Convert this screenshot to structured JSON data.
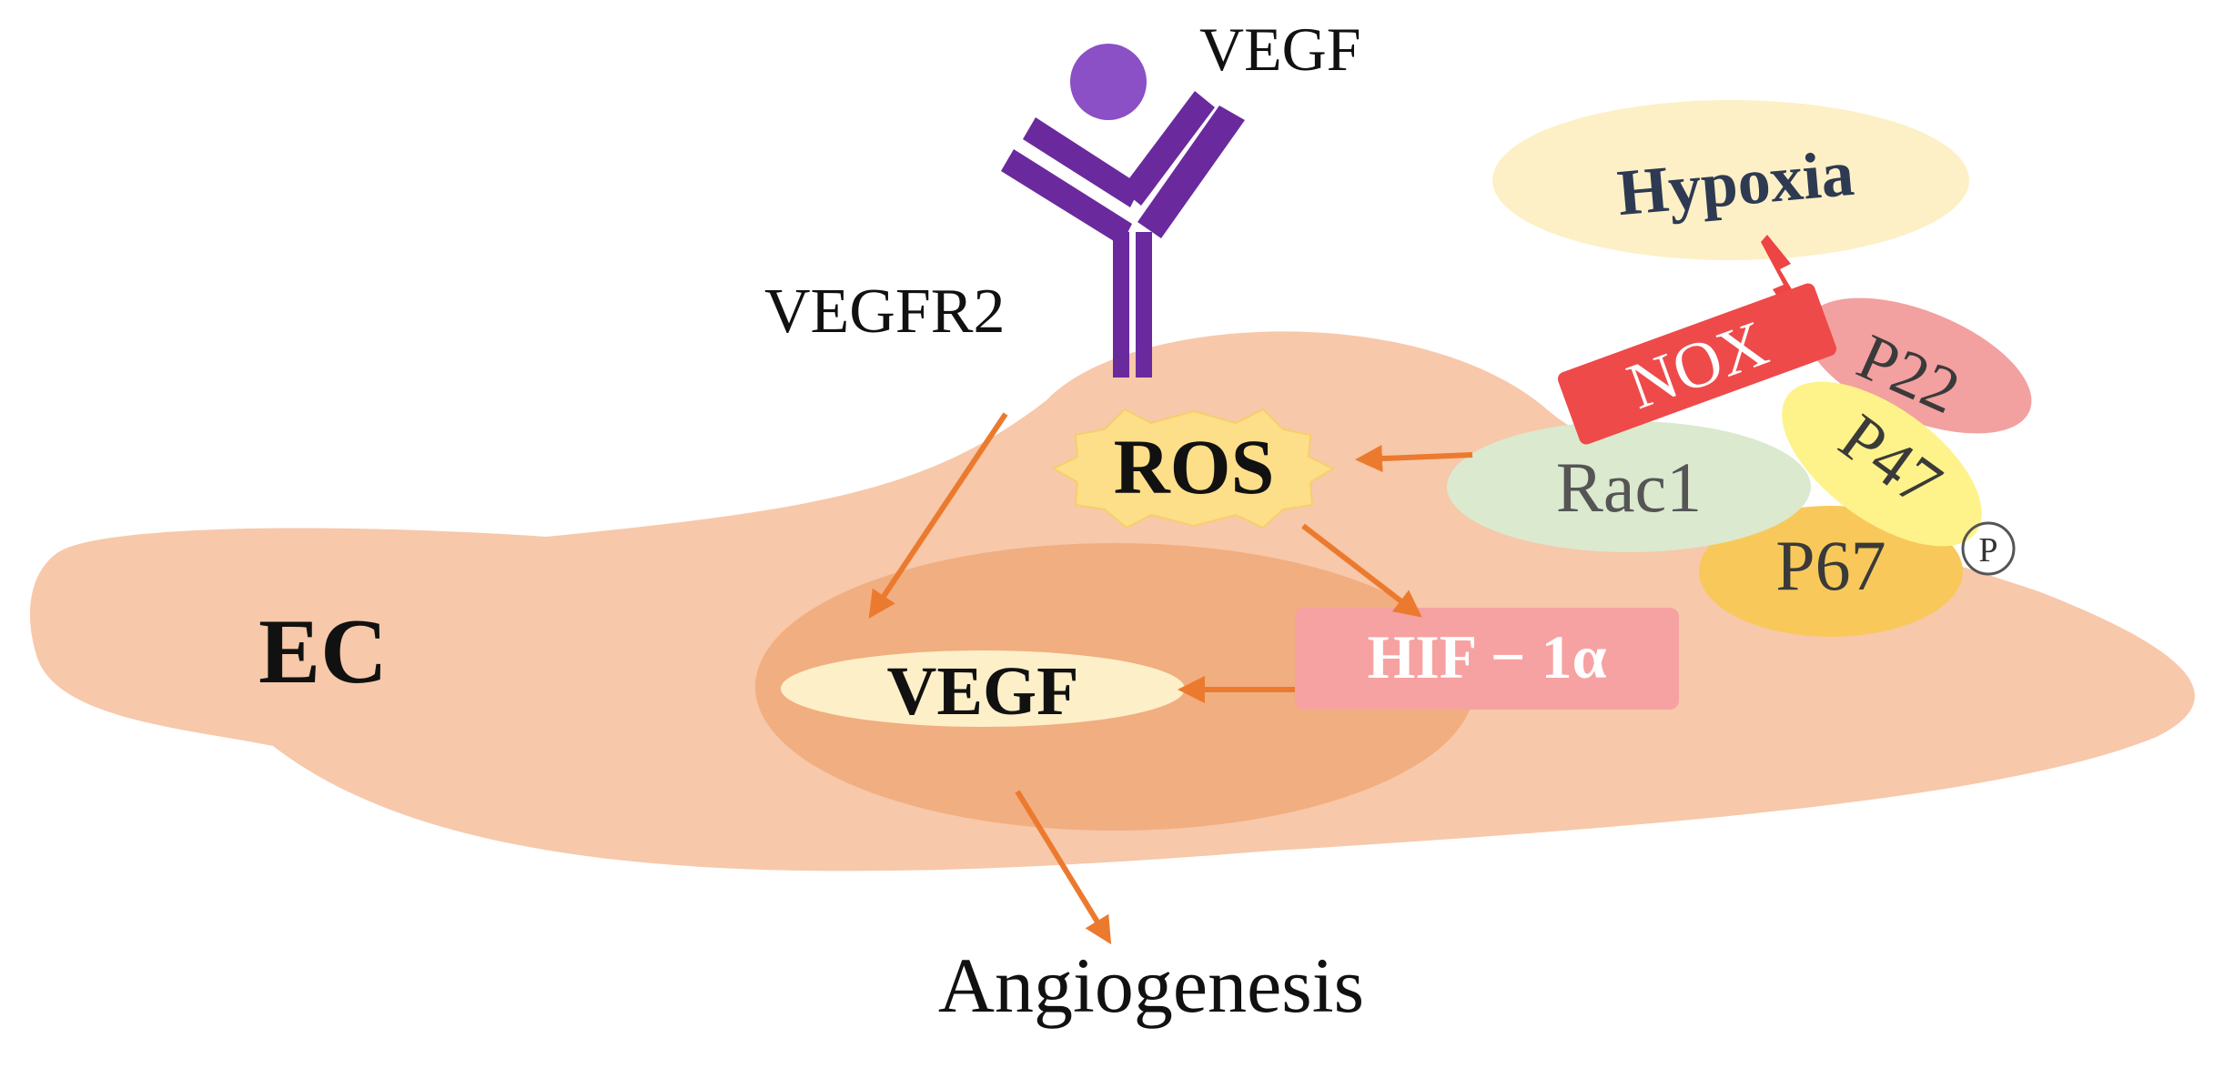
{
  "labels": {
    "vegf_ligand": "VEGF",
    "receptor": "VEGFR2",
    "hypoxia": "Hypoxia",
    "ros": "ROS",
    "nox": "NOX",
    "p22": "P22",
    "p47": "P47",
    "p67": "P67",
    "rac1": "Rac1",
    "phospho": "P",
    "cell": "EC",
    "vegf_nuclear": "VEGF",
    "hif": "HIF − 1α",
    "outcome": "Angiogenesis"
  },
  "colors": {
    "cell": "#f7c8aa",
    "nucleus": "#f1ae80",
    "arrow": "#ec7a2e",
    "receptor": "#6a2a9e",
    "ligand": "#8b4fc6",
    "hypoxia_bg": "#fdf0c6",
    "hypoxia_text": "#2e3a52",
    "lightning": "#ee4444",
    "ros_bg": "#fddf8a",
    "nox": "#ee4a4a",
    "p22": "#f3a0a0",
    "p47": "#fdf38a",
    "p67": "#f8c95a",
    "rac1": "#dbe9cf",
    "hif_bg": "#f6a2a2",
    "vegf_bg": "#fdf0c9"
  }
}
